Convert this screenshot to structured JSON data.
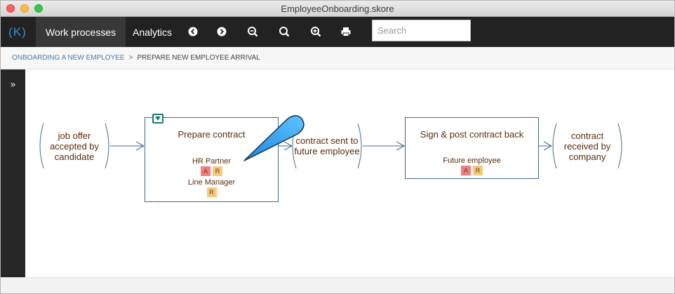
{
  "window": {
    "title": "EmployeeOnboarding.skore"
  },
  "toolbar": {
    "logo": "(K)",
    "tabs": [
      {
        "label": "Work processes",
        "active": true
      },
      {
        "label": "Analytics",
        "active": false
      }
    ],
    "icons": [
      "back-icon",
      "forward-icon",
      "zoom-out-icon",
      "zoom-reset-icon",
      "zoom-in-icon",
      "print-icon"
    ],
    "search": {
      "placeholder": "Search",
      "value": ""
    }
  },
  "breadcrumb": {
    "parent": "ONBOARDING A NEW EMPLOYEE",
    "separator": ">",
    "current": "PREPARE NEW EMPLOYEE ARRIVAL"
  },
  "rail": {
    "toggle": "»"
  },
  "diagram": {
    "events": [
      {
        "text": "job offer accepted by candidate"
      },
      {
        "text": "contract sent to future employee"
      },
      {
        "text": "contract received by company"
      }
    ],
    "activities": [
      {
        "title": "Prepare contract",
        "roles": [
          {
            "name": "HR Partner",
            "badges": [
              "A",
              "R"
            ]
          },
          {
            "name": "Line Manager",
            "badges": [
              "R"
            ]
          }
        ]
      },
      {
        "title": "Sign & post contract back",
        "roles": [
          {
            "name": "Future employee",
            "badges": [
              "A",
              "R"
            ]
          }
        ]
      }
    ]
  },
  "colors": {
    "toolbar_bg": "#222222",
    "accent_blue": "#3f6a93",
    "text_brown": "#5a2d0c",
    "badge_accountable": "#f08080",
    "badge_responsible": "#f7c97b",
    "pointer_blue": "#2f9ef2"
  }
}
